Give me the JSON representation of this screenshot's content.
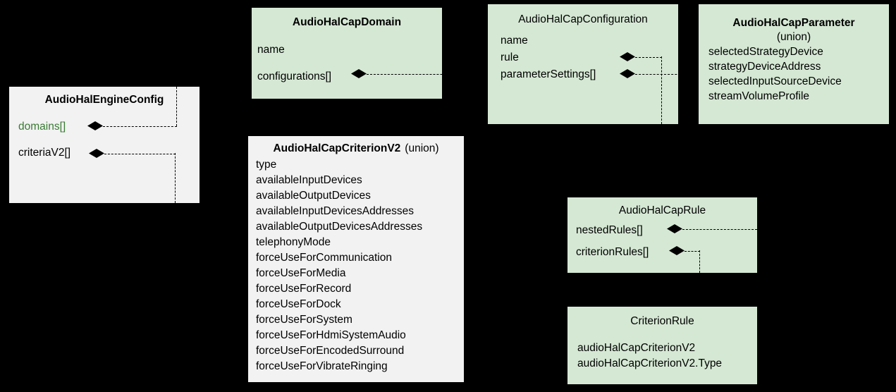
{
  "diagram": {
    "background_color": "#000000",
    "green_fill": "#d5e8d4",
    "gray_fill": "#f2f2f2",
    "green_text_color": "#3a7a34",
    "line_style": "dashed-black",
    "connector_marker": "filled-diamond-composition"
  },
  "classes": {
    "engine_config": {
      "title": "AudioHalEngineConfig",
      "fields": [
        "domains[]",
        "criteriaV2[]"
      ]
    },
    "cap_domain": {
      "title": "AudioHalCapDomain",
      "fields": [
        "name",
        "configurations[]"
      ]
    },
    "cap_configuration": {
      "title": "AudioHalCapConfiguration",
      "fields": [
        "name",
        "rule",
        "parameterSettings[]"
      ]
    },
    "cap_parameter": {
      "title": "AudioHalCapParameter",
      "subtitle": "(union)",
      "fields": [
        "selectedStrategyDevice",
        "strategyDeviceAddress",
        "selectedInputSourceDevice",
        "streamVolumeProfile"
      ]
    },
    "cap_criterion_v2": {
      "title": "AudioHalCapCriterionV2",
      "subtitle": "(union)",
      "fields": [
        "type",
        "availableInputDevices",
        "availableOutputDevices",
        "availableInputDevicesAddresses",
        "availableOutputDevicesAddresses",
        "telephonyMode",
        "forceUseForCommunication",
        "forceUseForMedia",
        "forceUseForRecord",
        "forceUseForDock",
        "forceUseForSystem",
        "forceUseForHdmiSystemAudio",
        "forceUseForEncodedSurround",
        "forceUseForVibrateRinging"
      ]
    },
    "cap_rule": {
      "title": "AudioHalCapRule",
      "fields": [
        "nestedRules[]",
        "criterionRules[]"
      ]
    },
    "criterion_rule": {
      "title": "CriterionRule",
      "fields": [
        "audioHalCapCriterionV2",
        "audioHalCapCriterionV2.Type"
      ]
    }
  }
}
